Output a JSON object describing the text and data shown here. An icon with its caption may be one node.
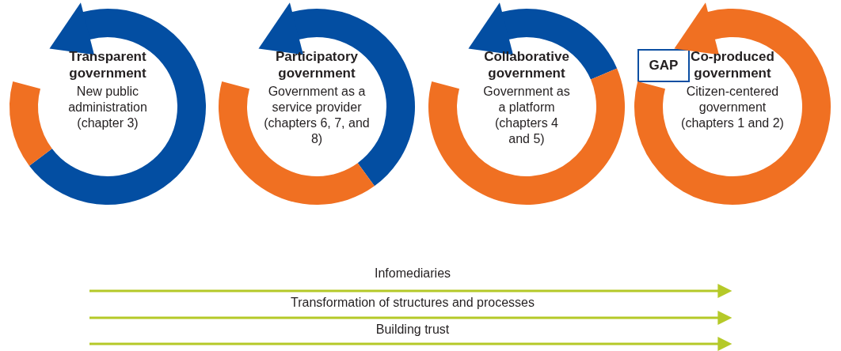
{
  "diagram": {
    "nodes": [
      {
        "text": [
          "Transparent government",
          "New public administration (chapter 3)"
        ]
      },
      {
        "text": [
          "Participatory government",
          "Government as a service provider (chapters 6, 7, and 8)"
        ]
      },
      {
        "text": [
          "Collaborative government",
          "Government as a platform (chapters 4 and 5)"
        ]
      },
      {
        "text": [
          "GAP"
        ]
      },
      {
        "text": [
          "Co-produced government",
          "Citizen-centered government (chapters 1 and 2)"
        ]
      }
    ],
    "edges": [],
    "labels": [
      "Infomediaries",
      "Transformation of structures and processes",
      "Building trust"
    ]
  }
}
